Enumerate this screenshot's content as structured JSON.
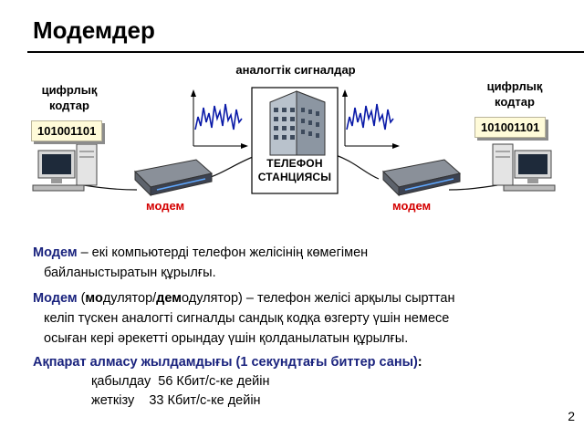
{
  "title": "Модемдер",
  "diagram": {
    "analog_label": "аналогтік сигналдар",
    "left": {
      "label_line1": "цифрлық",
      "label_line2": "кодтар",
      "code": "101001101",
      "modem_label": "модем"
    },
    "right": {
      "label_line1": "цифрлық",
      "label_line2": "кодтар",
      "code": "101001101",
      "modem_label": "модем"
    },
    "station_line1": "ТЕЛЕФОН",
    "station_line2": "СТАНЦИЯСЫ"
  },
  "text": {
    "p1_term": "Модем",
    "p1_rest_a": " – екі компьютерді телефон желісінің көмегімен",
    "p1_rest_b": "байланыстыратын құрылғы.",
    "p2_term": "Модем",
    "p2_open": " (",
    "p2_mo": "мо",
    "p2_dulator": "дулятор/",
    "p2_dem": "дем",
    "p2_rest_a": "одулятор) – телефон желісі арқылы сырттан",
    "p2_rest_b": "келіп түскен аналогті сигналды сандық кодқа өзгерту үшін немесе",
    "p2_rest_c": "осыған кері әрекетті орындау үшін қолданылатын құрылғы.",
    "p3_heading": "Ақпарат алмасу жылдамдығы (1 секундтағы биттер саны)",
    "p3_colon": ":",
    "rate1": "қабылдау  56 Кбит/с-ке дейін",
    "rate2": "жеткізу    33 Кбит/с-ке дейін"
  },
  "page_number": "2"
}
